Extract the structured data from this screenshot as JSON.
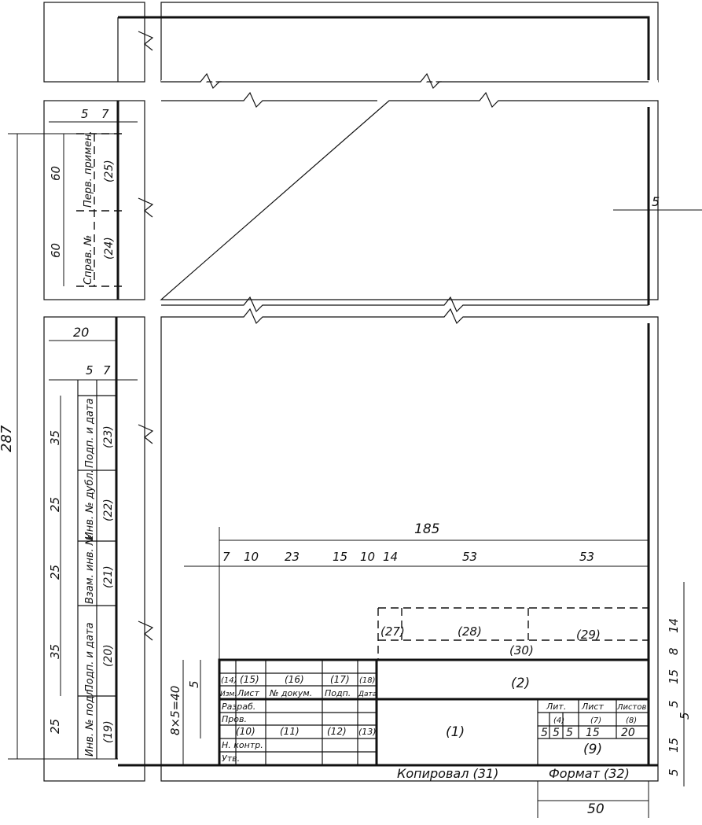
{
  "dimensions": {
    "sheet_height": "287",
    "title_block_width": "185",
    "row_stack": "8×5=40",
    "row_height": "5",
    "fields_width": "50",
    "margin_right": "5",
    "strip1": {
      "width": "20",
      "col_a": "5",
      "col_b": "7"
    },
    "strip2": {
      "col_a": "5",
      "col_b": "7",
      "upper": "60",
      "lower": "60"
    },
    "strip1_heights": [
      "35",
      "25",
      "25",
      "35",
      "25"
    ],
    "columns_top": [
      "7",
      "10",
      "23",
      "15",
      "10",
      "14",
      "53",
      "53"
    ],
    "right_side": [
      "14",
      "8",
      "15",
      "5",
      "5",
      "15",
      "5"
    ],
    "small_cells": [
      "5",
      "5",
      "5",
      "15",
      "20"
    ]
  },
  "strip_labels": {
    "lower": [
      "Подп. и дата",
      "Инв. № дубл.",
      "Взам. инв. №",
      "Подп. и дата",
      "Инв. № подл."
    ],
    "lower_refs": [
      "(23)",
      "(22)",
      "(21)",
      "(20)",
      "(19)"
    ],
    "upper": [
      "Перв. примен.",
      "Справ. №"
    ],
    "upper_refs": [
      "(25)",
      "(24)"
    ]
  },
  "title_block": {
    "head_refs": [
      "(14)",
      "(15)",
      "(16)",
      "(17)",
      "(18)"
    ],
    "head_labels": [
      "Изм.",
      "Лист",
      "№ докум.",
      "Подп.",
      "Дата"
    ],
    "row_labels": [
      "Разраб.",
      "Пров.",
      "",
      "Н. контр.",
      "Утв."
    ],
    "row_refs": [
      "(10)",
      "(11)",
      "(12)",
      "(13)"
    ],
    "field_1": "(1)",
    "field_2": "(2)",
    "field_9": "(9)",
    "field_27": "(27)",
    "field_28": "(28)",
    "field_29": "(29)",
    "field_30": "(30)",
    "lit_labels": [
      "Лит.",
      "Лист",
      "Листов"
    ],
    "lit_refs": [
      "(4)",
      "(7)",
      "(8)"
    ]
  },
  "footer": {
    "copied": "Копировал (31)",
    "format": "Формат (32)"
  }
}
